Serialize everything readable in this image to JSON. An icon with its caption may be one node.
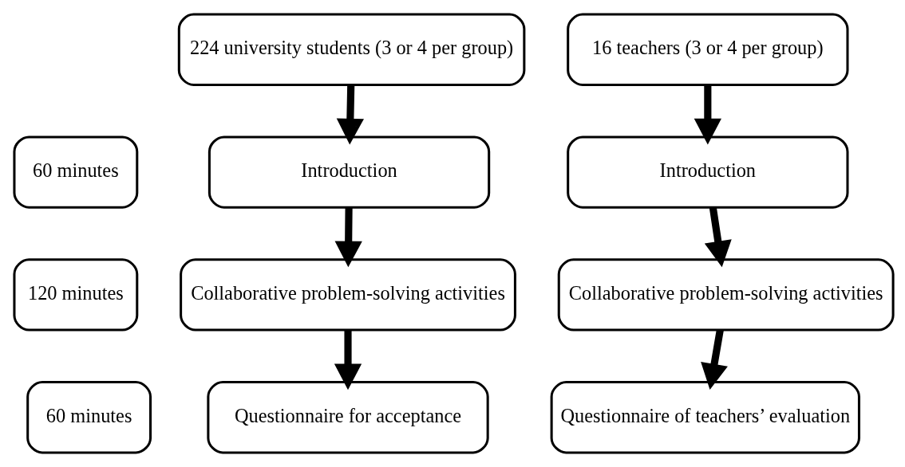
{
  "diagram": {
    "nodes": [
      {
        "text": [
          "224 university students (3 or 4 per group)"
        ]
      },
      {
        "text": [
          "16 teachers (3 or 4 per group)"
        ]
      },
      {
        "text": [
          "60 minutes"
        ]
      },
      {
        "text": [
          "Introduction"
        ]
      },
      {
        "text": [
          "Introduction"
        ]
      },
      {
        "text": [
          "120 minutes"
        ]
      },
      {
        "text": [
          "Collaborative problem-solving activities"
        ]
      },
      {
        "text": [
          "Collaborative problem-solving activities"
        ]
      },
      {
        "text": [
          "60 minutes"
        ]
      },
      {
        "text": [
          "Questionnaire for acceptance"
        ]
      },
      {
        "text": [
          "Questionnaire of teachers’ evaluation"
        ]
      }
    ],
    "edges": [
      {
        "from": 0,
        "to": 3,
        "arrow": "to"
      },
      {
        "from": 1,
        "to": 4,
        "arrow": "to"
      },
      {
        "from": 3,
        "to": 6,
        "arrow": "to"
      },
      {
        "from": 4,
        "to": 7,
        "arrow": "to"
      },
      {
        "from": 6,
        "to": 9,
        "arrow": "to"
      },
      {
        "from": 7,
        "to": 10,
        "arrow": "to"
      }
    ]
  }
}
